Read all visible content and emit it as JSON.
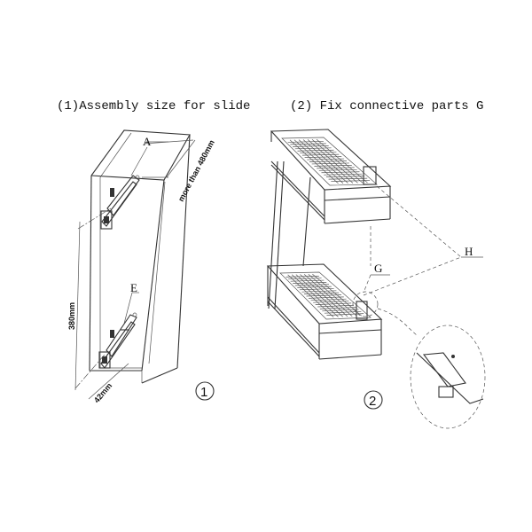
{
  "step1": {
    "title": "(1)Assembly size for slide",
    "label_a": "A",
    "label_e": "E",
    "depth_dim": "more than 480mm",
    "height_dim": "380mm",
    "offset_dim": "42mm",
    "step_number": "1"
  },
  "step2": {
    "title": "(2) Fix connective parts G",
    "label_h": "H",
    "label_g": "G",
    "step_number": "2"
  }
}
